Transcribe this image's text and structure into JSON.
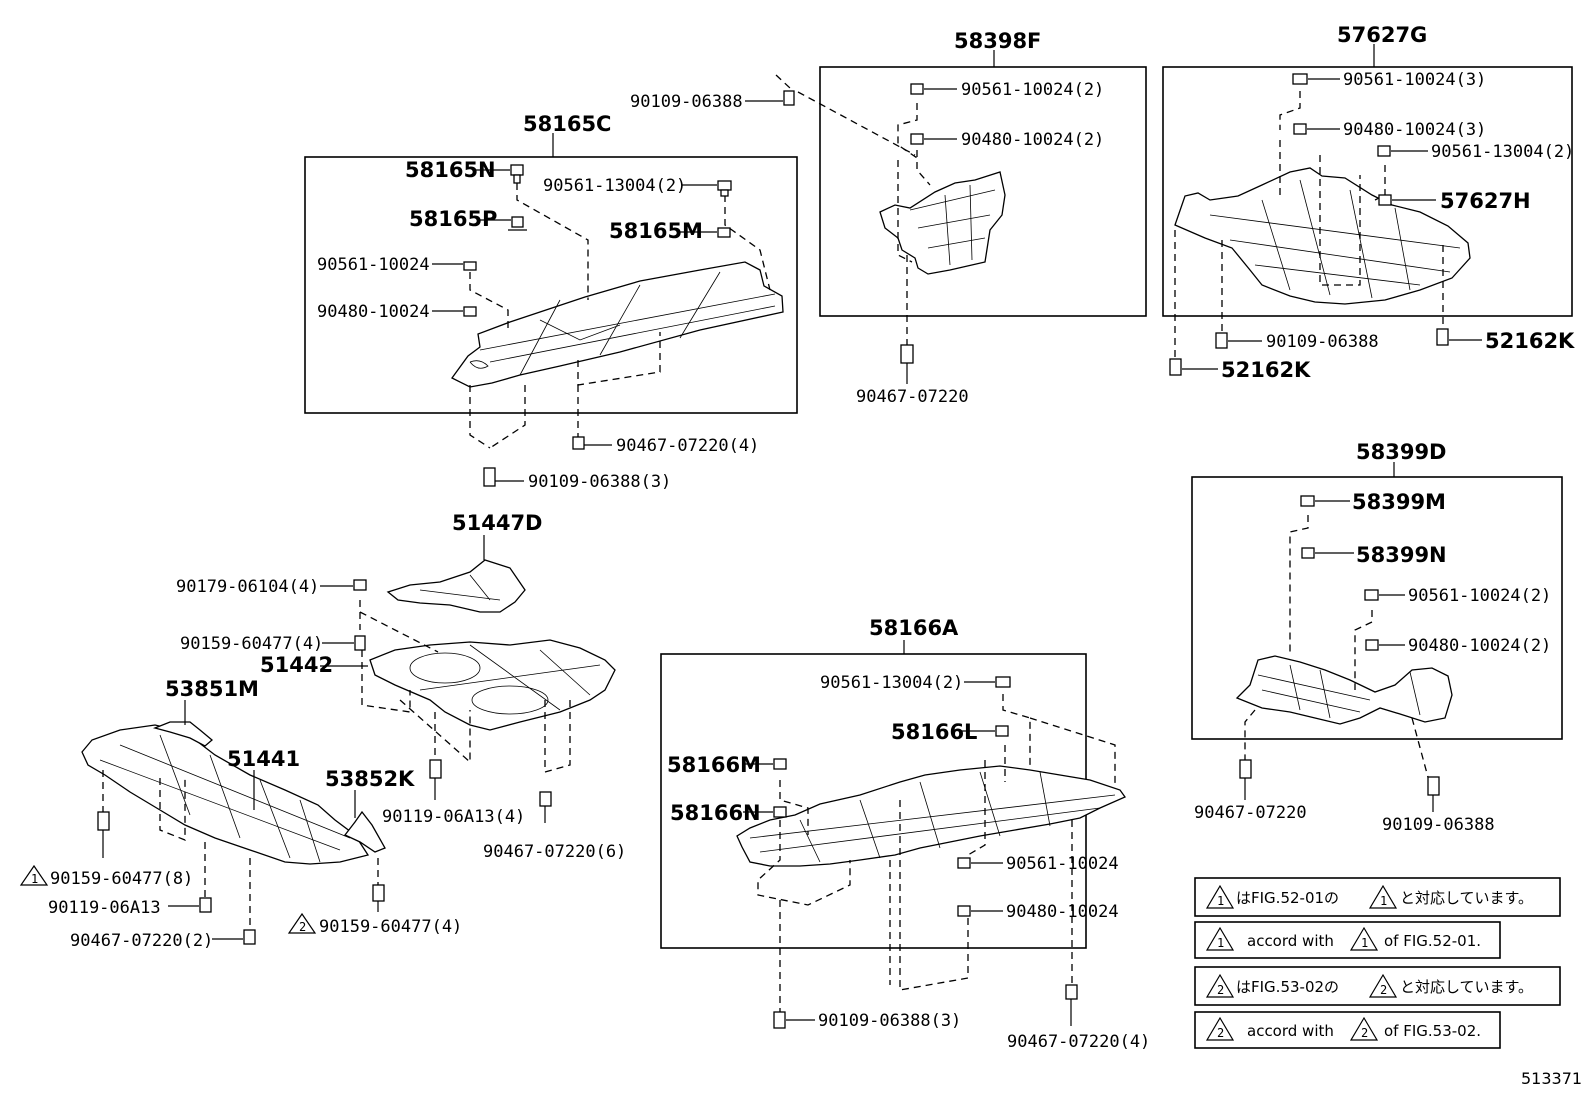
{
  "assemblies": {
    "a58165C": "58165C",
    "a58398F": "58398F",
    "a57627G": "57627G",
    "a58399D": "58399D",
    "a58166A": "58166A",
    "a51447D": "51447D",
    "a51442": "51442",
    "a51441": "51441",
    "a53851M": "53851M",
    "a53852K": "53852K"
  },
  "parts": {
    "p58165N": "58165N",
    "p58165P": "58165P",
    "p58165M": "58165M",
    "p58165C_clip": "90561-13004(2)",
    "p58165C_c1": "90561-10024",
    "p58165C_c2": "90480-10024",
    "p58165C_b1": "90467-07220(4)",
    "p58165C_b2": "90109-06388(3)",
    "p_bolt_top": "90109-06388",
    "p58398F_c1": "90561-10024(2)",
    "p58398F_c2": "90480-10024(2)",
    "p58398F_b1": "90467-07220",
    "p57627G_c1": "90561-10024(3)",
    "p57627G_c2": "90480-10024(3)",
    "p57627G_c3": "90561-13004(2)",
    "p57627H": "57627H",
    "p57627G_b1": "90109-06388",
    "p52162K_a": "52162K",
    "p52162K_b": "52162K",
    "p58399M": "58399M",
    "p58399N": "58399N",
    "p58399D_c1": "90561-10024(2)",
    "p58399D_c2": "90480-10024(2)",
    "p58399D_b1": "90467-07220",
    "p58399D_b2": "90109-06388",
    "p51447D_a": "90179-06104(4)",
    "p51447D_b": "90159-60477(4)",
    "p51442_a": "90119-06A13(4)",
    "p51442_b": "90467-07220(6)",
    "p51441_a": "90159-60477(8)",
    "p51441_b": "90119-06A13",
    "p51441_c": "90467-07220(2)",
    "p53852K_a": "90159-60477(4)",
    "p58166A_clip": "90561-13004(2)",
    "p58166L": "58166L",
    "p58166M": "58166M",
    "p58166N": "58166N",
    "p58166A_c1": "90561-10024",
    "p58166A_c2": "90480-10024",
    "p58166A_b1": "90109-06388(3)",
    "p58166A_b2": "90467-07220(4)"
  },
  "markers": {
    "one": "1",
    "two": "2"
  },
  "notes": {
    "n1_prefix": "はFIG.52-01の",
    "n1_suffix": "と対応しています。",
    "n2_prefix": "accord with",
    "n2_suffix": "of FIG.52-01.",
    "n3_prefix": "はFIG.53-02の",
    "n3_suffix": "と対応しています。",
    "n4_prefix": "accord with",
    "n4_suffix": "of FIG.53-02."
  },
  "figure_id": "513371"
}
